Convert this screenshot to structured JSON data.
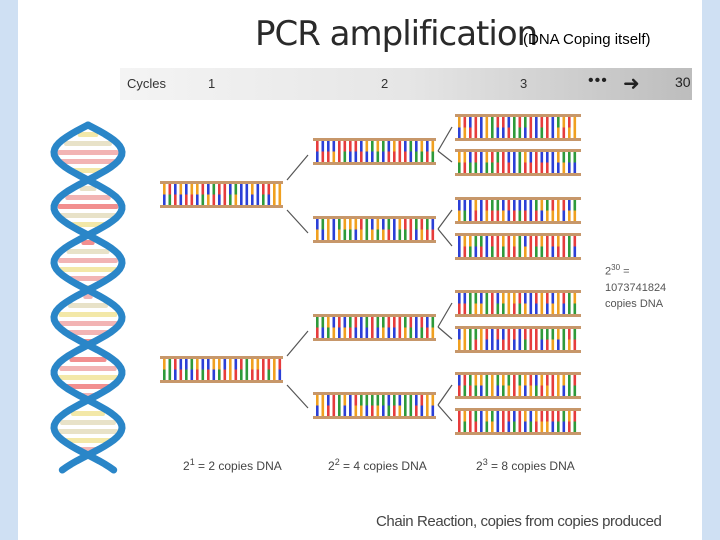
{
  "title": "PCR amplification",
  "subtitle": "(DNA Coping itself)",
  "cycles": {
    "label": "Cycles",
    "numbers": [
      "1",
      "2",
      "3"
    ],
    "dots": "•••",
    "last": "30"
  },
  "formulas": [
    {
      "base": "2",
      "exp": "1",
      "text": " = 2 copies DNA"
    },
    {
      "base": "2",
      "exp": "2",
      "text": " = 4 copies DNA"
    },
    {
      "base": "2",
      "exp": "3",
      "text": " = 8 copies DNA"
    }
  ],
  "side_note": {
    "base": "2",
    "exp": "30",
    "suffix": " =",
    "value": "1073741824",
    "label": "copies DNA"
  },
  "footer": "Chain Reaction, copies from copies produced",
  "colors": {
    "backbone": "#c7976a",
    "helix": "#2a86c8",
    "base_colors": [
      "#e63c3c",
      "#2b3fd6",
      "#2e9a3a",
      "#f0a020"
    ]
  }
}
